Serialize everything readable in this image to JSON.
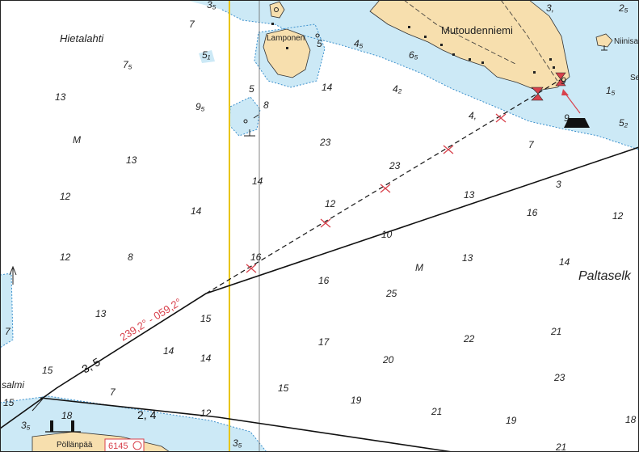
{
  "place_names": {
    "hietalahti": "Hietalahti",
    "lamponen": "Lamponen",
    "mutoudenniemi": "Mutoudenniemi",
    "niinisa": "Niinisa",
    "se": "Se",
    "paltaselk": "Paltaselk",
    "salmi": "salmi",
    "pollanpaa": "Pöllänpää"
  },
  "seabed": {
    "m": "M"
  },
  "leading_line": {
    "bearing": "239,2° - 059,2°",
    "depth_a": "3, 5",
    "depth_b": "2, 4",
    "depth_c": "10"
  },
  "badge": {
    "number": "6145"
  },
  "soundings": [
    "7",
    "7₅",
    "5",
    "5₁",
    "13",
    "9₅",
    "5",
    "8",
    "M",
    "13",
    "12",
    "14",
    "12",
    "8",
    "16",
    "13",
    "7",
    "12",
    "14",
    "15",
    "14",
    "15",
    "15",
    "7",
    "12",
    "18",
    "3₅",
    "4₅",
    "3₅",
    "3,",
    "2₅",
    "4₂",
    "6₅",
    "4,",
    "9",
    "1₅",
    "5₂",
    "7",
    "9",
    "3",
    "13",
    "12",
    "16",
    "13",
    "14",
    "16",
    "25",
    "22",
    "21",
    "17",
    "20",
    "23",
    "19",
    "21",
    "19",
    "18",
    "21",
    "23",
    "12",
    "14",
    "/",
    "M"
  ],
  "colors": {
    "water_shallow": "#cce9f6",
    "land": "#f7dfae",
    "deep_water": "#ffffff",
    "contour": "#3a8fcc",
    "leading_line_ticks": "#d8414c",
    "fairway_limit": "#e8c400",
    "beacon_light": "#d8414c"
  }
}
